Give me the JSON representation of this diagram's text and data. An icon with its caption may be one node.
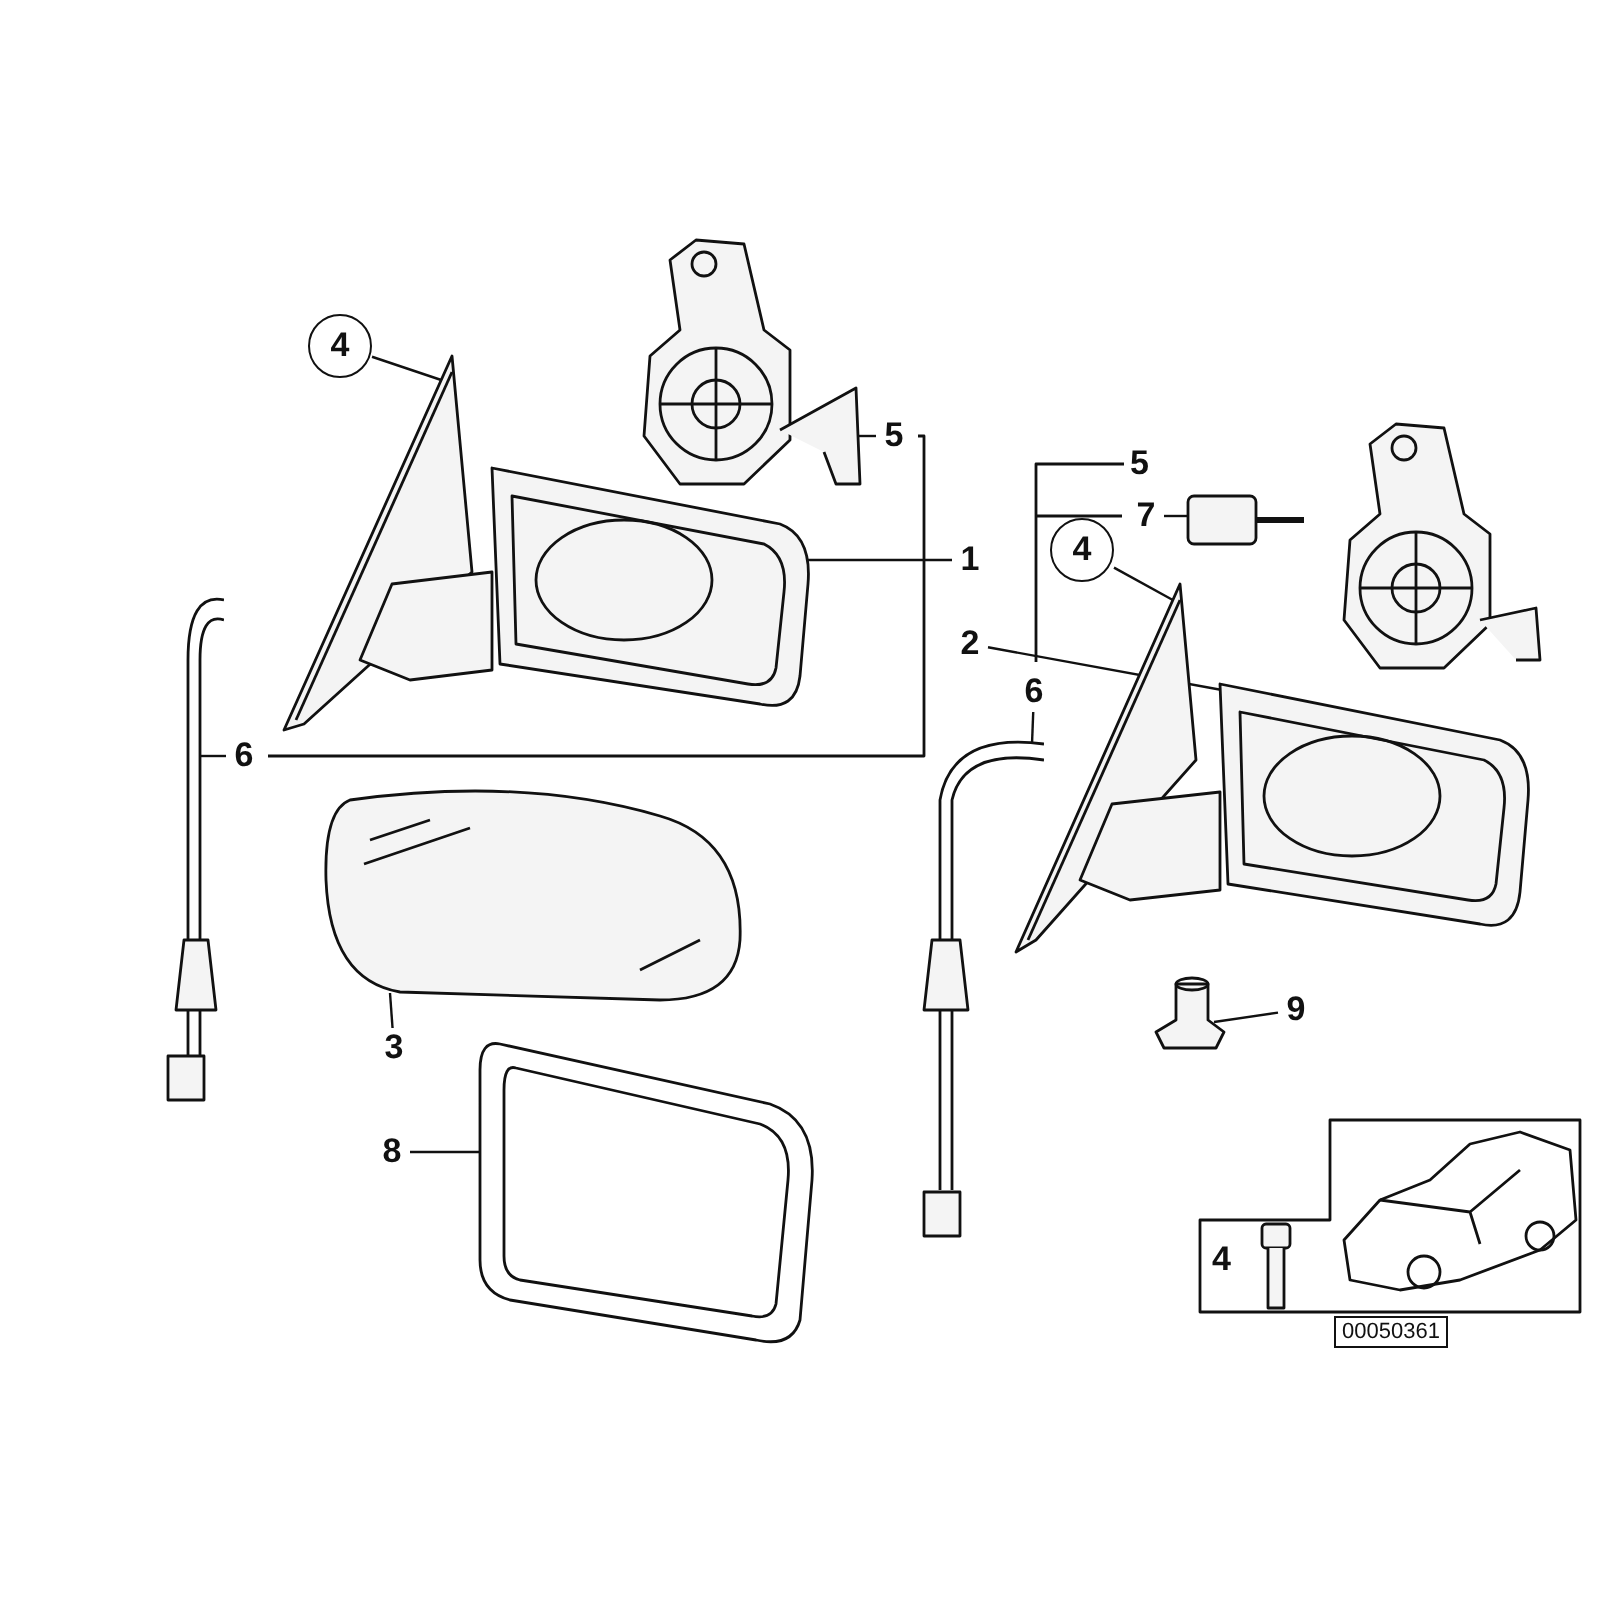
{
  "diagram": {
    "nodes": [
      {
        "text": [
          "4"
        ]
      },
      {
        "text": [],
        "shape": "picture"
      },
      {
        "text": [
          "5"
        ]
      },
      {
        "text": [],
        "shape": "picture"
      },
      {
        "text": [
          "1"
        ]
      },
      {
        "text": [],
        "shape": "picture"
      },
      {
        "text": [
          "6"
        ]
      },
      {
        "text": [],
        "shape": "picture"
      },
      {
        "text": [
          "3"
        ]
      },
      {
        "text": [],
        "shape": "picture"
      },
      {
        "text": [
          "8"
        ]
      },
      {
        "text": [],
        "shape": "picture"
      },
      {
        "text": [
          "7"
        ]
      },
      {
        "text": [],
        "shape": "picture"
      },
      {
        "text": [
          "4"
        ]
      },
      {
        "text": [],
        "shape": "picture"
      },
      {
        "text": [
          "2"
        ]
      },
      {
        "text": [],
        "shape": "picture"
      },
      {
        "text": [
          "6"
        ]
      },
      {
        "text": [],
        "shape": "picture"
      },
      {
        "text": [
          "9"
        ]
      },
      {
        "text": [],
        "shape": "picture"
      }
    ],
    "edges": [
      {
        "from": 0,
        "to": 1,
        "arrow": "none"
      },
      {
        "from": 2,
        "to": 3,
        "arrow": "none"
      },
      {
        "from": 4,
        "to": 5,
        "arrow": "none"
      },
      {
        "from": 6,
        "to": 7,
        "arrow": "none"
      },
      {
        "from": 8,
        "to": 9,
        "arrow": "none"
      },
      {
        "from": 10,
        "to": 11,
        "arrow": "none"
      },
      {
        "from": 12,
        "to": 13,
        "arrow": "none"
      },
      {
        "from": 14,
        "to": 15,
        "arrow": "none"
      },
      {
        "from": 16,
        "to": 17,
        "arrow": "none"
      },
      {
        "from": 18,
        "to": 19,
        "arrow": "none"
      },
      {
        "from": 20,
        "to": 21,
        "arrow": "none"
      }
    ],
    "labels": [
      "5",
      "4",
      "00050361"
    ]
  }
}
